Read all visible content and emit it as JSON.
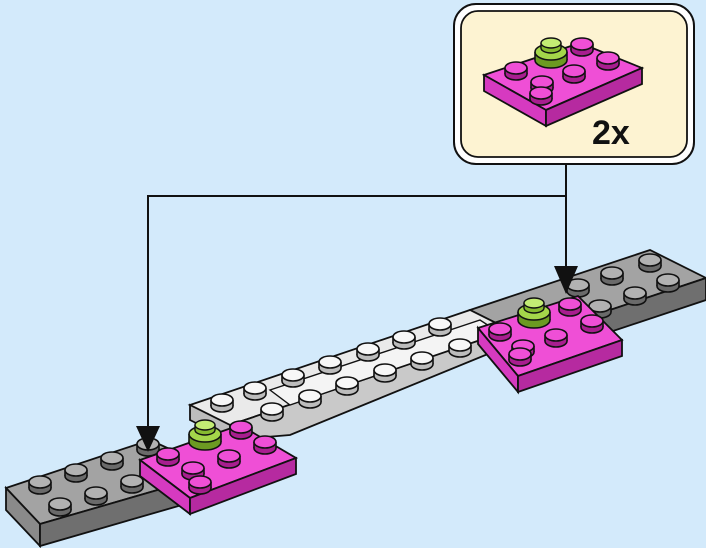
{
  "callout": {
    "quantity": "2x",
    "part": {
      "kind": "plate-2x3-with-round-stud",
      "plate_color": "#e83bcc",
      "round_stud_color": "#a4d64a"
    },
    "background": "#fdf3d2"
  },
  "assembly": {
    "base_dark_color": "#9c9c9c",
    "base_light_color": "#eaeaea",
    "placements": 2
  },
  "page": {
    "background": "#d3eafb"
  }
}
